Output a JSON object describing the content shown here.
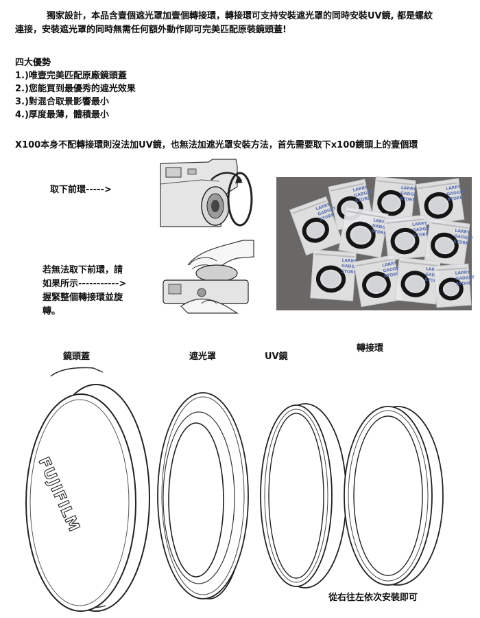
{
  "intro": {
    "line1": "獨家設計，本品含壹個遮光罩加壹個轉接環，轉接環可支持安裝遮光罩的同時安裝UV鏡, 都是螺紋",
    "line2": "連接，安裝遮光罩的同時無需任何額外動作即可完美匹配原裝鏡頭蓋!"
  },
  "advantages": {
    "title": "四大優勢",
    "items": [
      "1.)唯壹完美匹配原廠鏡頭蓋",
      "2.)您能買到最優秀的遮光效果",
      "3.)對混合取景影響最小",
      "4.)厚度最薄，體積最小"
    ]
  },
  "note": "X100本身不配轉接環則沒法加UV鏡，也無法加遮光罩安裝方法，首先需要取下x100鏡頭上的壹個環",
  "step1": "取下前環----->",
  "step2": {
    "line1": "若無法取下前環，請",
    "line2": "如果所示----------->",
    "line3": "握緊整個轉接環並旋",
    "line4": "轉。"
  },
  "parts": {
    "cap": "鏡頭蓋",
    "hood": "遮光罩",
    "uv": "UV鏡",
    "adapter": "轉接環"
  },
  "cap_logo": "FUJIFILM",
  "bag_text": [
    "LARRY",
    "GADGET",
    "STORE"
  ],
  "footer": "從右往左依次安裝即可"
}
